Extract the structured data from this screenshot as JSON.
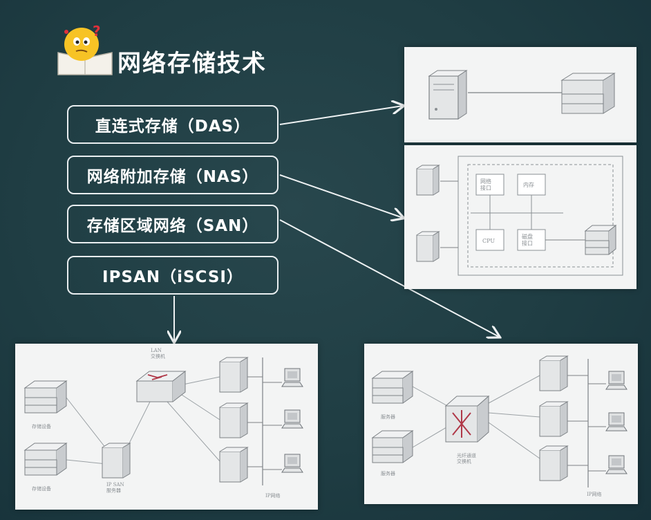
{
  "slide": {
    "title": "网络存储技术",
    "categories": [
      {
        "id": "das",
        "label": "直连式存储（DAS）"
      },
      {
        "id": "nas",
        "label": "网络附加存储（NAS）"
      },
      {
        "id": "san",
        "label": "存储区域网络（SAN）"
      },
      {
        "id": "ipsan",
        "label": "IPSAN（iSCSI）"
      }
    ]
  },
  "nas_diagram": {
    "box_network_interface": "网络\n接口",
    "box_memory": "内存",
    "box_cpu": "CPU",
    "box_disk_interface": "磁盘\n接口"
  },
  "ipsan_diagram": {
    "switch_label": "LAN\n交换机",
    "storage_label_1": "存储设备",
    "storage_label_2": "存储设备",
    "server_label": "IP SAN\n服务器",
    "ip_network_label": "IP网络"
  },
  "san_diagram": {
    "server_label_1": "服务器",
    "server_label_2": "服务器",
    "switch_label": "光纤通道\n交换机",
    "ip_network_label": "IP网络"
  }
}
